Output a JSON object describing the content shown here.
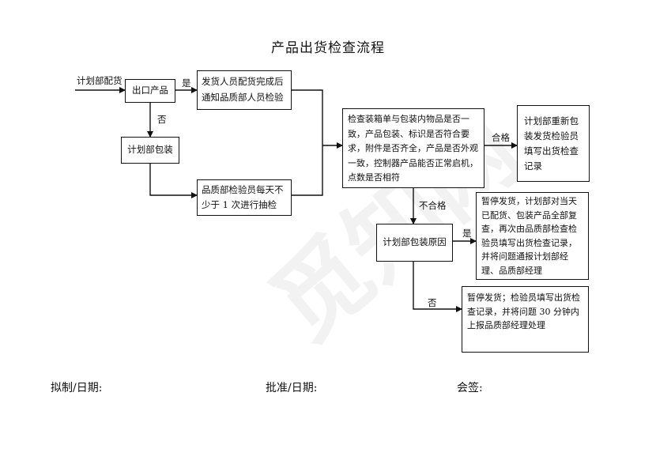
{
  "title": "产品出货检查流程",
  "watermark": "觅知网",
  "start_label": "计划部配货",
  "boxes": {
    "export": "出口产品",
    "plan_pack": "计划部包装",
    "ship_notify": "发货人员配货完成后通知品质部人员检验",
    "qc_daily": "品质部检验员每天不少于 1 次进行抽检",
    "inspect": "检查装箱单与包装内物品是否一致，产品包装、标识是否符合要求，附件是否齐全，产品是否外观一致，控制器产品能否正常启机，点数是否相符",
    "pass_action": "计划部重新包装发货检验员填写出货检查记录",
    "reason": "计划部包装原因",
    "yes_action": "暂停发货，计划部对当天已配货、包装产品全部复查，再次由品质部检查检验员填写出货检查记录，并将问题通报计划部经理、品质部经理",
    "no_action": "暂停发货；检验员填写出货检查记录，并将问题 30 分钟内上报品质部经理处理"
  },
  "labels": {
    "yes1": "是",
    "no1": "否",
    "pass": "合格",
    "fail": "不合格",
    "yes2": "是",
    "no2": "否"
  },
  "signatures": {
    "drafted": "拟制/日期:",
    "approved": "批准/日期:",
    "countersign": "会签:"
  }
}
